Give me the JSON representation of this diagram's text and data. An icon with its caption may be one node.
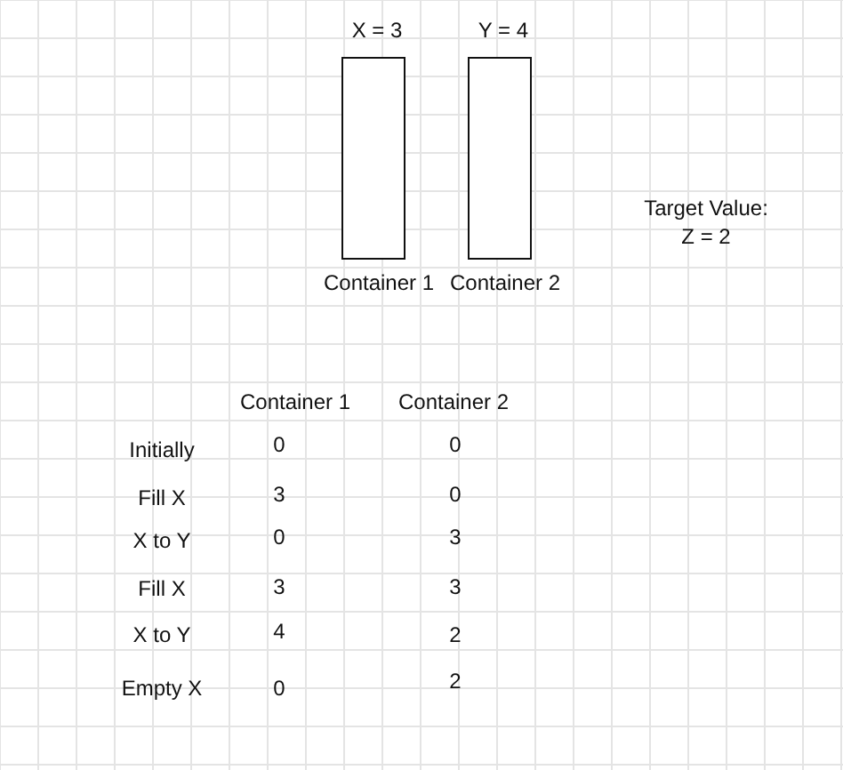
{
  "diagram": {
    "nodes": [
      {
        "text": [],
        "shape": "box",
        "beside": [
          "X = 3",
          "Container 1"
        ]
      },
      {
        "text": [],
        "shape": "box",
        "beside": [
          "Y = 4",
          "Container 2"
        ]
      }
    ],
    "labels": [
      "Target Value: Z = 2",
      "Container 1",
      "Container 2",
      "Initially",
      "0",
      "0",
      "Fill X",
      "3",
      "0",
      "X to Y",
      "0",
      "3",
      "Fill X",
      "3",
      "3",
      "X to Y",
      "4",
      "2",
      "Empty X",
      "0",
      "2"
    ]
  }
}
